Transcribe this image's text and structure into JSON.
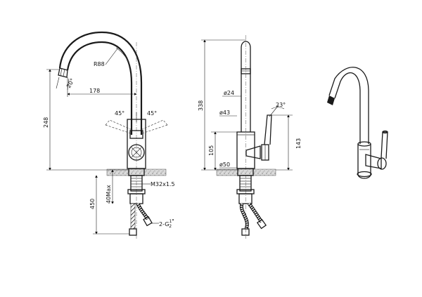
{
  "front_view": {
    "radius": "R88",
    "spout_angle": "20°",
    "reach": "178",
    "lever_left": "45°",
    "lever_right": "45°",
    "height": "248",
    "thread": "M32x1.5",
    "max_counter": "40Max",
    "hose_length": "450",
    "connection_main": "2-G",
    "connection_fraction_num": "1",
    "connection_fraction_den": "2",
    "connection_suffix": "\""
  },
  "side_view": {
    "total_height": "338",
    "dia_spout": "ø24",
    "dia_body": "ø43",
    "dia_base": "ø50",
    "lever_angle": "23°",
    "body_height": "105",
    "lever_height": "143"
  },
  "colors": {
    "line": "#1a1a1a",
    "counter_hatch": "#9a9a9a"
  }
}
